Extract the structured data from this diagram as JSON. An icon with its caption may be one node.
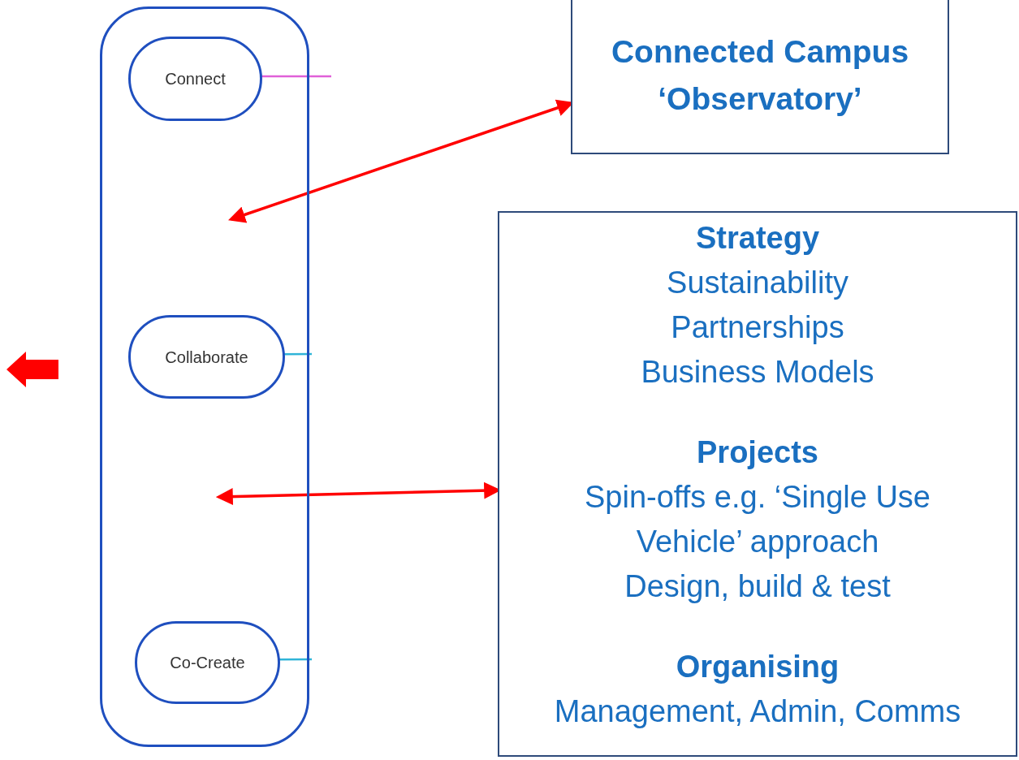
{
  "diagram": {
    "nodes": [
      {
        "text": [],
        "shape": "box"
      },
      {
        "text": [
          "Connect"
        ],
        "in": 0
      },
      {
        "text": [
          "Collaborate"
        ],
        "in": 0
      },
      {
        "text": [
          "Co-Create"
        ],
        "in": 0
      },
      {
        "text": [
          "Connected Campus ‘Observatory’"
        ]
      },
      {
        "text": [
          "Strategy",
          "Sustainability",
          "Partnerships",
          "Business Models",
          "Projects",
          "Spin-offs e.g. ‘Single Use Vehicle’ approach",
          "Design, build & test",
          "Organising",
          "Management, Admin, Comms"
        ]
      }
    ],
    "edges": [
      {
        "from": null,
        "to": 4,
        "arrow": "both",
        "color": "#ff0000"
      },
      {
        "from": null,
        "to": 5,
        "arrow": "both",
        "color": "#ff0000"
      },
      {
        "from": 1,
        "to": null,
        "arrow": "none",
        "color": "#e060d8"
      },
      {
        "from": 2,
        "to": null,
        "arrow": "none",
        "color": "#30b4d8"
      },
      {
        "from": 3,
        "to": null,
        "arrow": "none",
        "color": "#30b4d8"
      }
    ]
  }
}
